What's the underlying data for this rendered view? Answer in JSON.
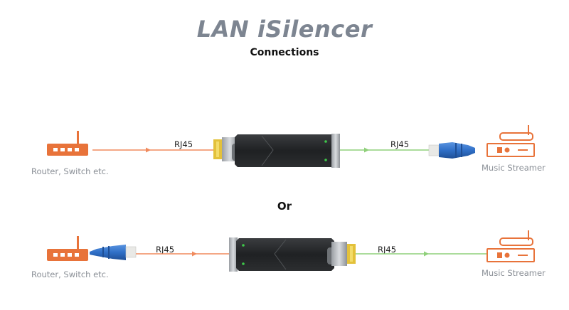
{
  "title": "LAN iSilencer",
  "subtitle": "Connections",
  "separator": "Or",
  "colors": {
    "device_orange": "#e8733a",
    "line_orange": "#f08a5d",
    "line_green": "#8fd07a",
    "cable_blue": "#2f6fc7",
    "body_dark": "#2a2c2e"
  },
  "rows": [
    {
      "left_device": {
        "icon": "router-icon",
        "label": "Router, Switch etc."
      },
      "left_cable": "RJ45",
      "right_cable": "RJ45",
      "right_device": {
        "icon": "music-streamer-icon",
        "label": "Music Streamer"
      }
    },
    {
      "left_device": {
        "icon": "router-icon",
        "label": "Router, Switch etc."
      },
      "left_cable": "RJ45",
      "right_cable": "RJ45",
      "right_device": {
        "icon": "music-streamer-icon",
        "label": "Music Streamer"
      }
    }
  ]
}
